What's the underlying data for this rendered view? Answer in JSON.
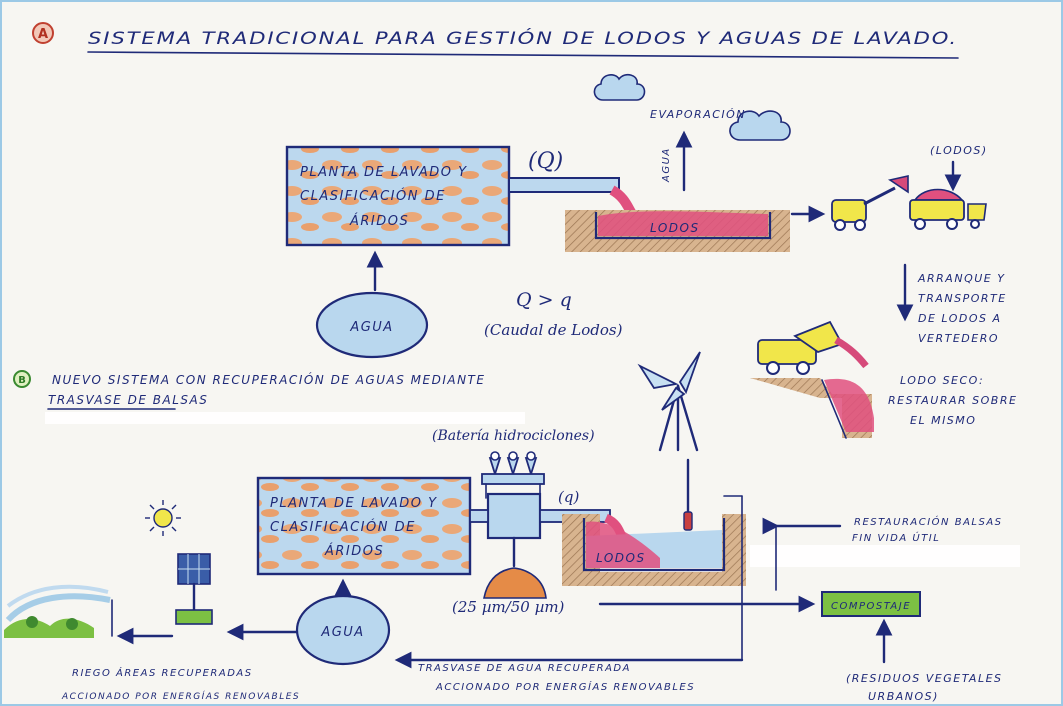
{
  "section_a": {
    "letter": "A",
    "title": "SISTEMA TRADICIONAL PARA GESTIÓN DE LODOS Y AGUAS DE LAVADO."
  },
  "diagram_a": {
    "plant": [
      "PLANTA DE LAVADO Y",
      "CLASIFICACIÓN DE",
      "ÁRIDOS"
    ],
    "flow": "(Q)",
    "evaporation": "EVAPORACIÓN",
    "water_vertical": "AGUA",
    "pond": "LODOS",
    "sludge": "(LODOS)",
    "water_source": "AGUA",
    "transport": [
      "ARRANQUE Y",
      "TRANSPORTE",
      "DE LODOS A",
      "VERTEDERO"
    ],
    "dry_mud": [
      "LODO SECO:",
      "RESTAURAR SOBRE",
      "EL MISMO"
    ]
  },
  "flow_compare": {
    "formula": "Q > q",
    "caption": "(Caudal de Lodos)"
  },
  "section_b": {
    "letter": "B",
    "title_line1": "NUEVO SISTEMA CON RECUPERACIÓN DE AGUAS MEDIANTE",
    "title_line2": "TRASVASE DE BALSAS"
  },
  "diagram_b": {
    "hydrocyclones": "(Batería hidrociclones)",
    "plant": [
      "PLANTA DE LAVADO Y",
      "CLASIFICACIÓN DE",
      "ÁRIDOS"
    ],
    "flow": "(q)",
    "pond": "LODOS",
    "restoration": [
      "RESTAURACIÓN BALSAS",
      "FIN VIDA ÚTIL"
    ],
    "compost": "COMPOSTAJE",
    "particle_size": "(25 µm/50 µm)",
    "water_source": "AGUA",
    "irrigation": [
      "RIEGO ÁREAS RECUPERADAS",
      "ACCIONADO POR ENERGÍAS RENOVABLES"
    ],
    "transfer": [
      "TRASVASE DE AGUA RECUPERADA",
      "ACCIONADO POR ENERGÍAS RENOVABLES"
    ],
    "waste": [
      "(RESIDUOS VEGETALES",
      "URBANOS)"
    ]
  },
  "colors": {
    "ink": "#1f2a78",
    "water": "#b9d7ee",
    "sludge": "#e0507f",
    "earth": "#c9a27c",
    "orange": "#e58b47",
    "yellow": "#f1e64a",
    "green": "#7cc043"
  }
}
